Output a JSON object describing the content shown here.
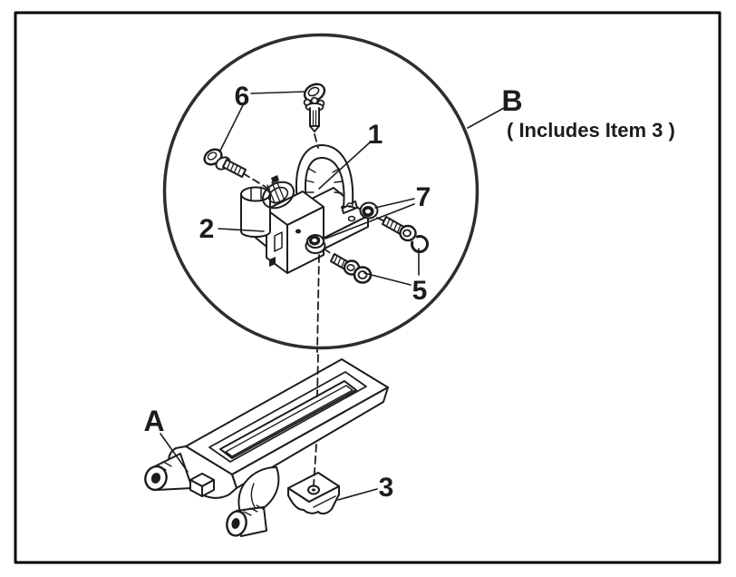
{
  "figure": {
    "background_color": "#ffffff",
    "line_color": "#1c1c1c",
    "detail_bubble": {
      "label": "B",
      "note": "( Includes Item 3 )"
    },
    "callouts": {
      "item_1": "1",
      "item_2": "2",
      "item_3": "3",
      "item_5": "5",
      "item_6": "6",
      "item_7": "7",
      "assembly_a": "A"
    }
  }
}
